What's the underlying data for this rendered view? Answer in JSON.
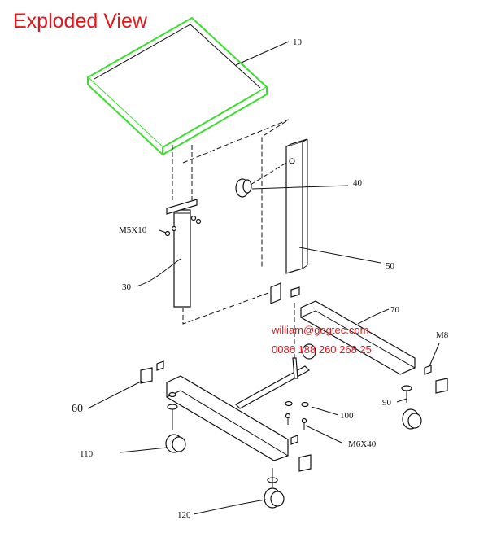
{
  "title": "Exploded View",
  "watermark": {
    "email": "william@gogtec.com",
    "phone": "0086 188 260 268 25"
  },
  "labels": {
    "tabletop": "10",
    "knob": "40",
    "screw_m5": "M5X10",
    "inner_post": "30",
    "outer_post": "50",
    "top_bar": "70",
    "nut_m8": "M8",
    "end_cap": "60",
    "caster_right": "90",
    "washer": "100",
    "bolt_m6": "M6X40",
    "caster_left": "110",
    "caster_front": "120"
  },
  "colors": {
    "title": "#e8141a",
    "highlight": "#3adf2e",
    "line": "#111111"
  }
}
